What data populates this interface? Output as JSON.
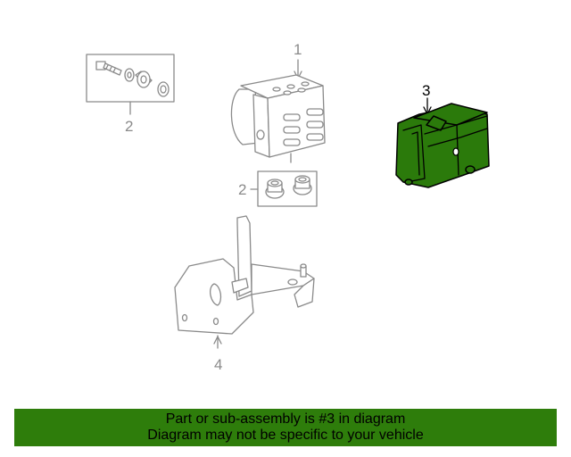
{
  "diagram": {
    "callouts": {
      "c1": "1",
      "c2_top": "2",
      "c2_mid": "2",
      "c3": "3",
      "c4": "4"
    },
    "colors": {
      "highlight": "#2e7d0b",
      "line_gray": "#8a8a8a"
    }
  },
  "banner": {
    "line1": "Part or sub-assembly is #3 in diagram",
    "line2": "Diagram may not be specific to your vehicle"
  }
}
